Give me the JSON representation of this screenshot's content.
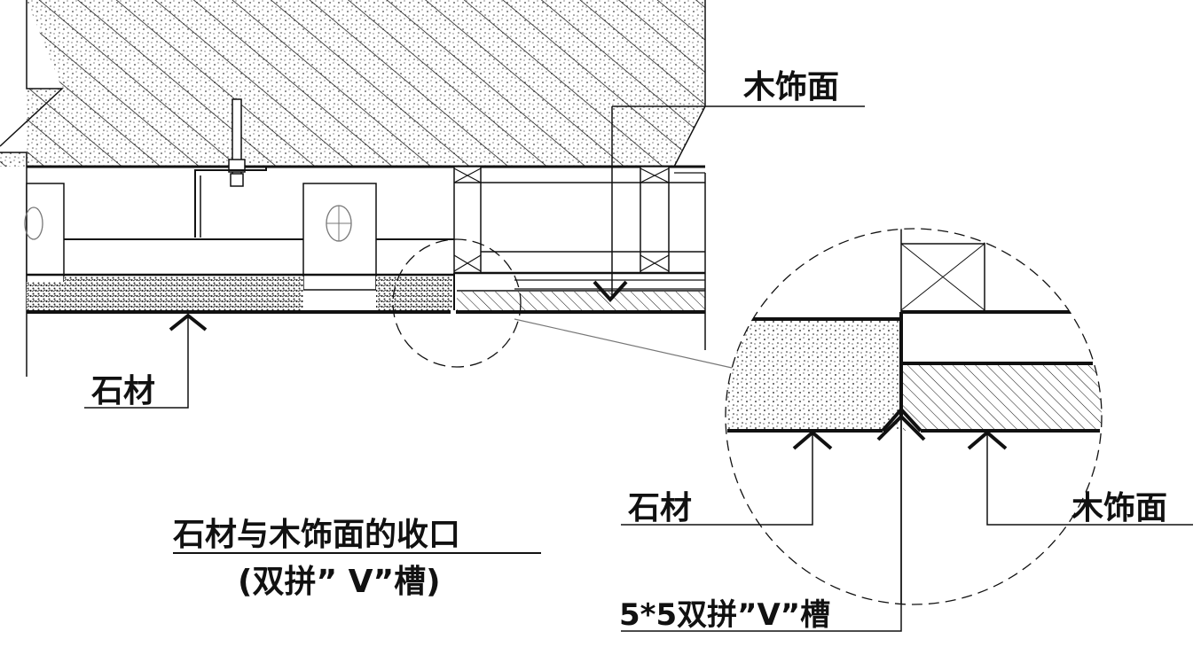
{
  "labels": {
    "wood_top": "木饰面",
    "stone_left": "石材",
    "title_line1": "石材与木饰面的收口",
    "title_line2": "(双拼” V”槽)",
    "detail_stone": "石材",
    "detail_wood": "木饰面",
    "detail_groove": "5*5双拼”V”槽"
  },
  "colors": {
    "line": "#111111",
    "background": "#ffffff"
  }
}
